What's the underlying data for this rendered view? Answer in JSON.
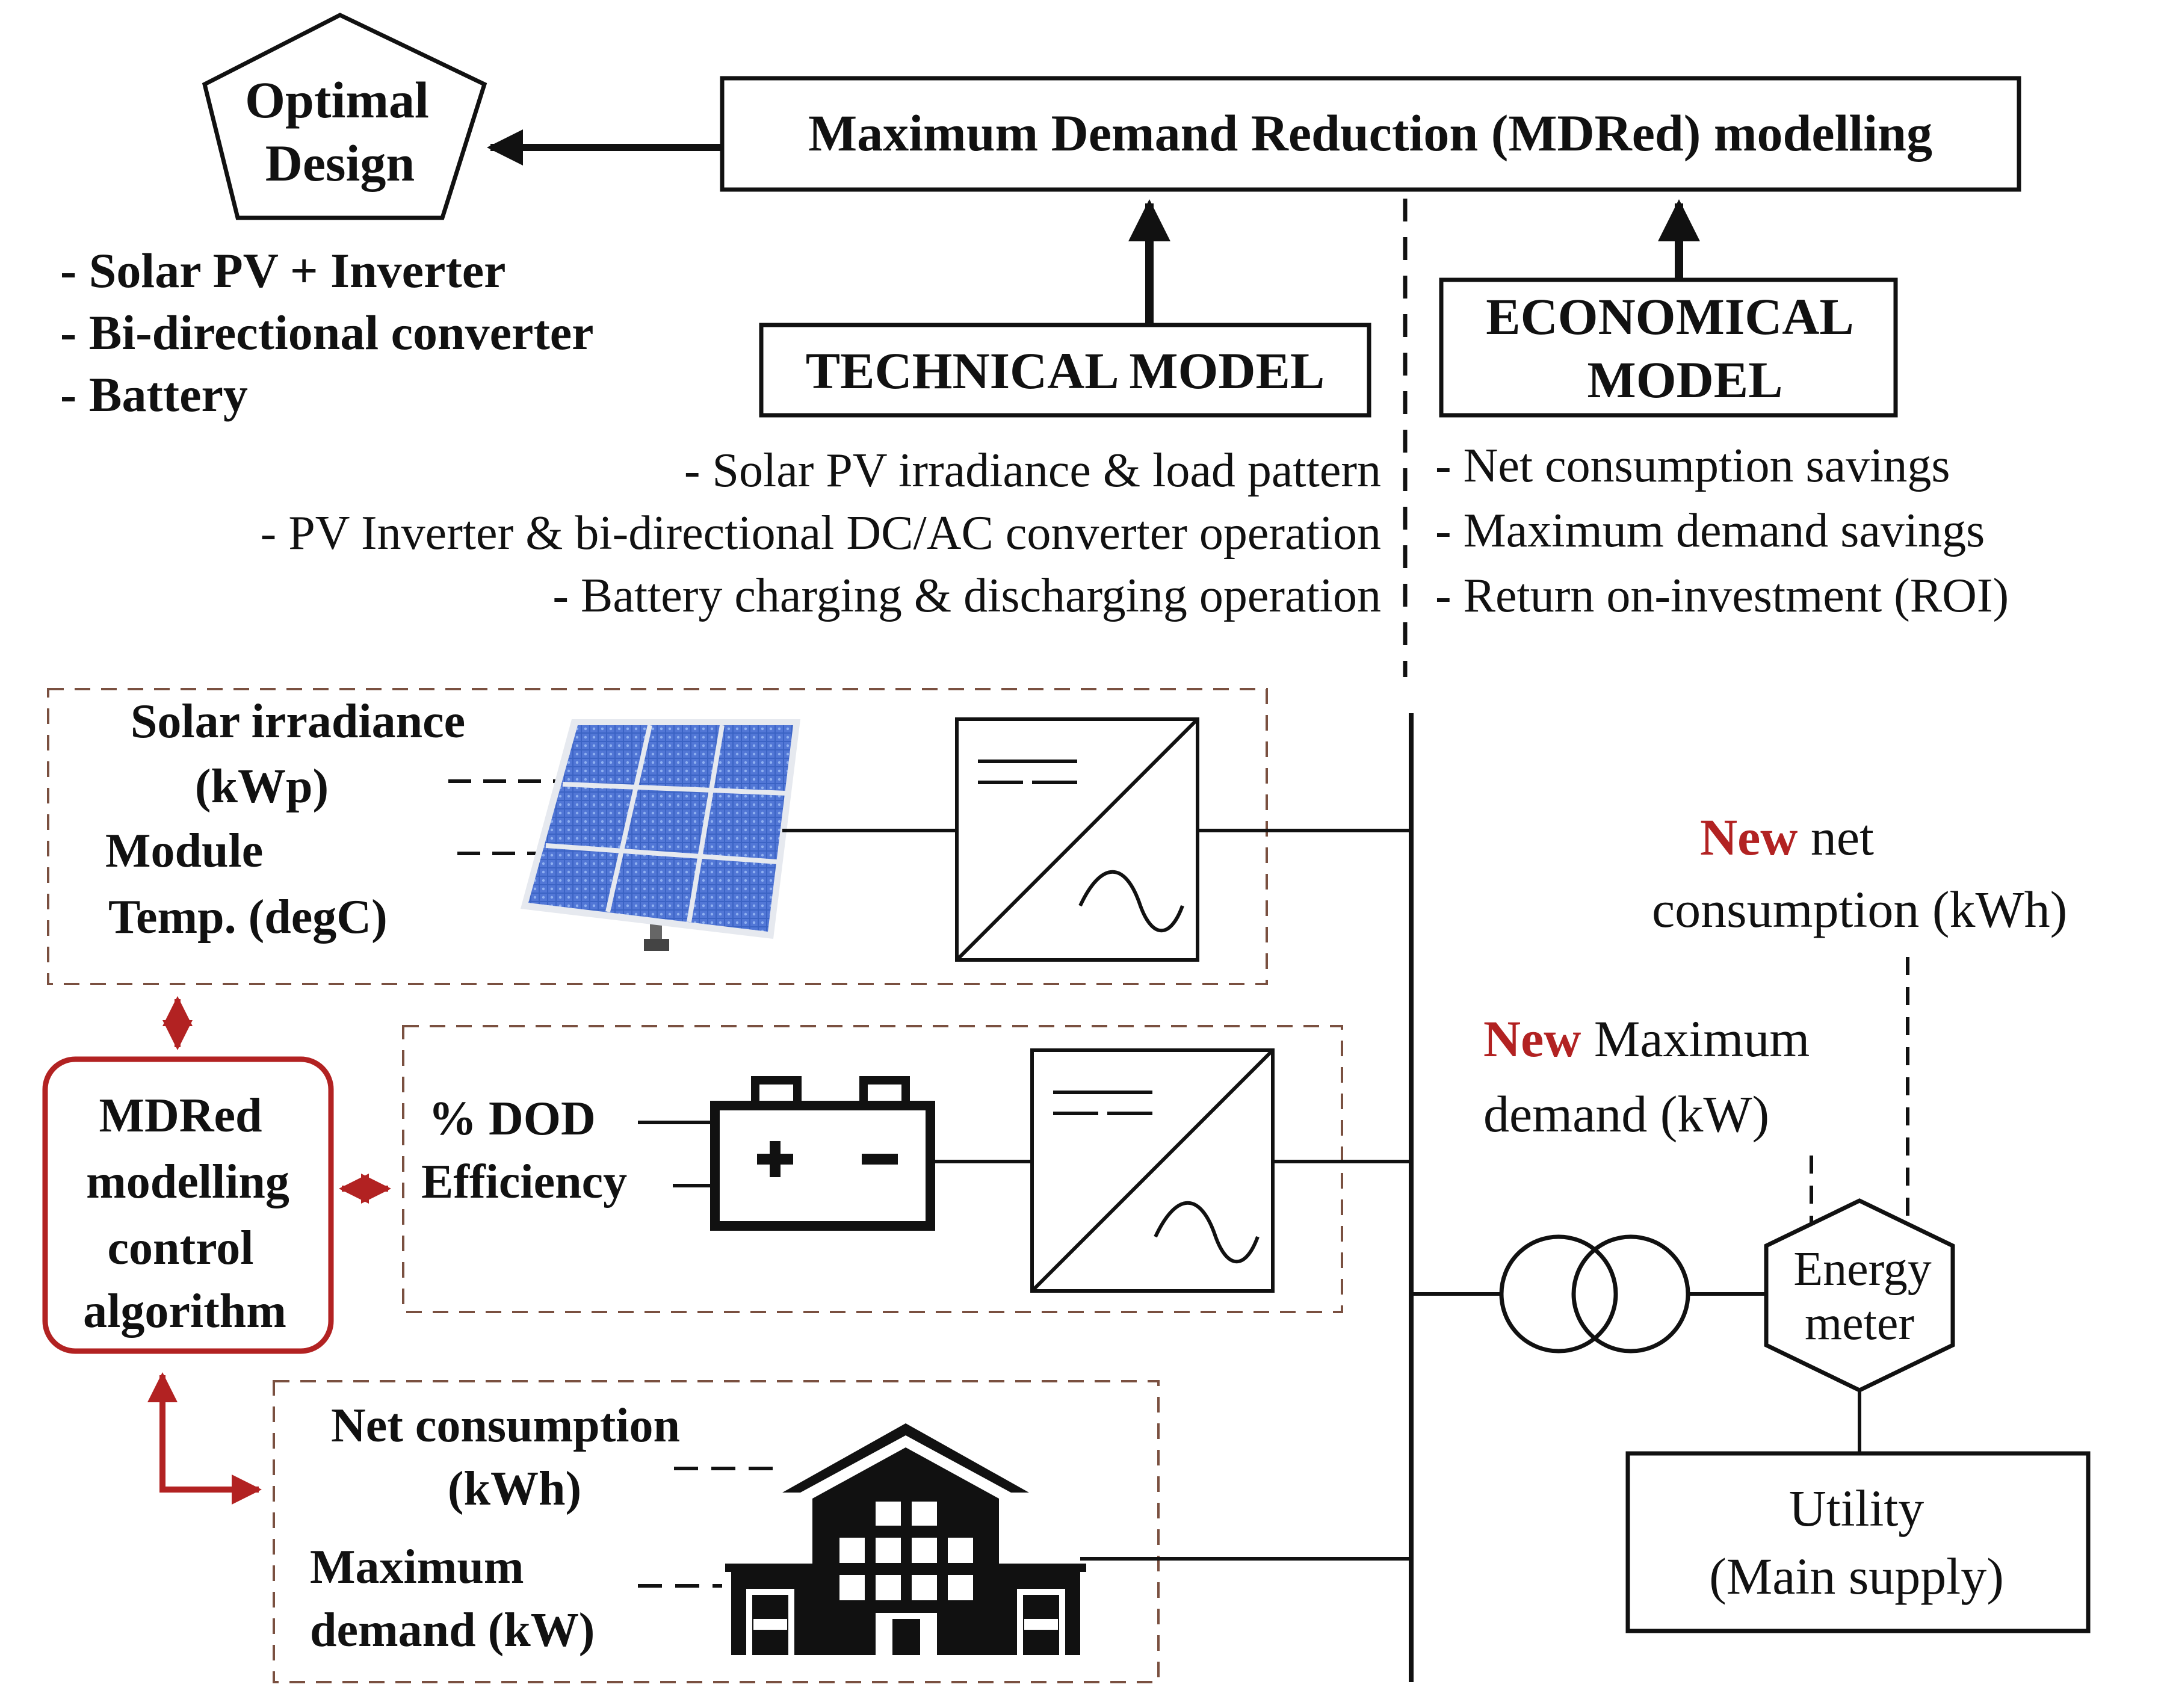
{
  "colors": {
    "line": "#111111",
    "accent": "#b22222",
    "dash_box": "#7a5040",
    "panel_blue": "#2f55b5",
    "background": "#ffffff"
  },
  "optimal_design": {
    "title_line1": "Optimal",
    "title_line2": "Design",
    "items": [
      "- Solar PV + Inverter",
      "- Bi-directional converter",
      "- Battery"
    ]
  },
  "mdred_modelling": {
    "title": "Maximum Demand Reduction (MDRed) modelling"
  },
  "technical_model": {
    "title": "TECHNICAL MODEL",
    "items": [
      "- Solar PV irradiance & load pattern",
      "- PV Inverter & bi-directional DC/AC converter operation",
      "- Battery charging & discharging operation"
    ]
  },
  "economical_model": {
    "title_line1": "ECONOMICAL",
    "title_line2": "MODEL",
    "items": [
      "- Net consumption savings",
      "- Maximum demand savings",
      "- Return on-investment (ROI)"
    ]
  },
  "solar_box": {
    "label1_line1": "Solar irradiance",
    "label1_line2": "(kWp)",
    "label2_line1": "Module",
    "label2_line2": "Temp. (degC)",
    "panel_icon": "solar-panel-icon",
    "converter_icon": "dc-ac-converter-icon"
  },
  "battery_box": {
    "label1": "% DOD",
    "label2": "Efficiency",
    "battery_icon": "battery-icon",
    "converter_icon": "dc-ac-converter-icon"
  },
  "control_algorithm": {
    "line1": "MDRed",
    "line2": "modelling",
    "line3": "control",
    "line4": "algorithm"
  },
  "load_box": {
    "label1_line1": "Net consumption",
    "label1_line2": "(kWh)",
    "label2_line1": "Maximum",
    "label2_line2": "demand (kW)",
    "building_icon": "building-icon"
  },
  "new_net_consumption": {
    "highlight": "New",
    "rest": " net",
    "line2": "consumption (kWh)"
  },
  "new_maximum_demand": {
    "highlight": "New",
    "rest": " Maximum",
    "line2": "demand (kW)"
  },
  "energy_meter": {
    "line1": "Energy",
    "line2": "meter"
  },
  "transformer_icon": "transformer-icon",
  "utility": {
    "line1": "Utility",
    "line2": "(Main supply)"
  }
}
